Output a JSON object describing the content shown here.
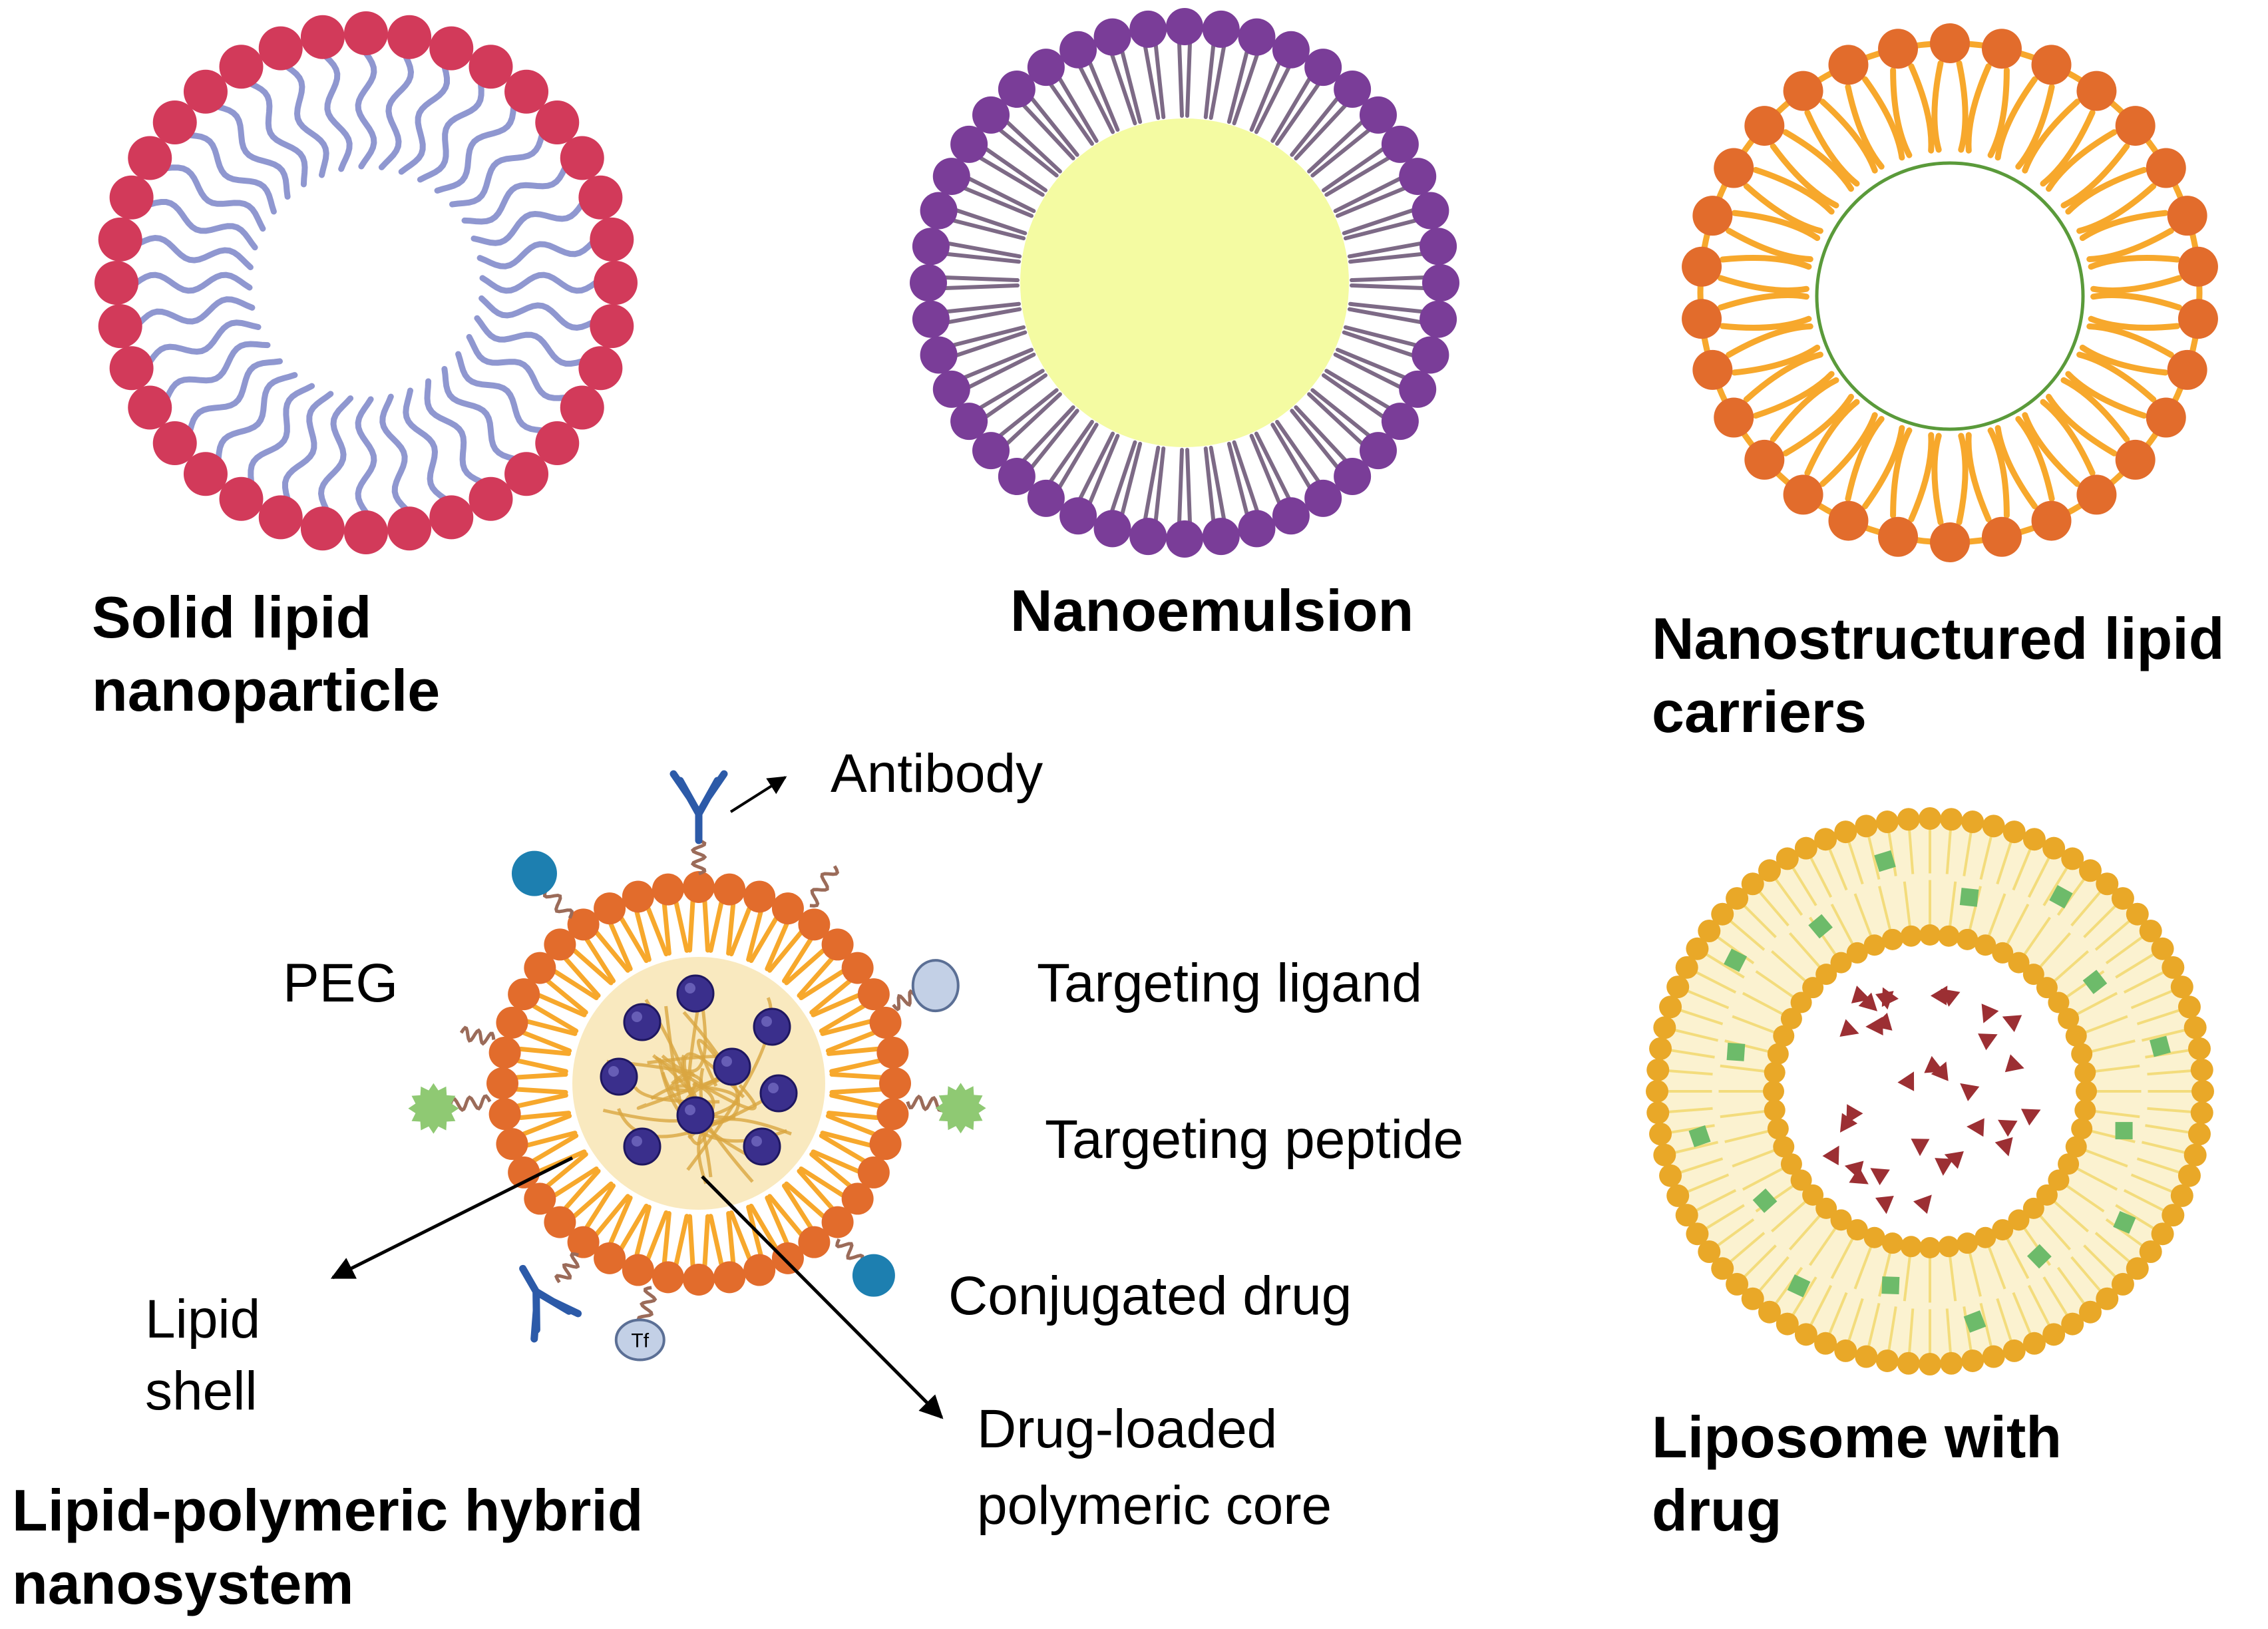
{
  "panels": {
    "sln": {
      "label_line1": "Solid lipid",
      "label_line2": "nanoparticle",
      "head_color": "#d23a5a",
      "tail_color": "#8f97d0"
    },
    "nanoemulsion": {
      "label": "Nanoemulsion",
      "head_color": "#7a3d98",
      "tail_color": "#7d6a86",
      "core_color": "#f4fba2"
    },
    "nlc": {
      "label_line1": "Nanostructured lipid",
      "label_line2": "carriers",
      "head_color": "#e26c2c",
      "tail_color": "#f7a82c",
      "core_ring_color": "#5a9a3a"
    },
    "hybrid": {
      "label_line1": "Lipid-polymeric hybrid",
      "label_line2": "nanosystem",
      "annotations": {
        "antibody": "Antibody",
        "peg": "PEG",
        "targeting_ligand": "Targeting ligand",
        "targeting_peptide": "Targeting peptide",
        "conjugated_drug": "Conjugated drug",
        "lipid_shell_line1": "Lipid",
        "lipid_shell_line2": "shell",
        "core_line1": "Drug-loaded",
        "core_line2": "polymeric core",
        "tf_tag": "Tf"
      },
      "head_color": "#e26c2c",
      "tail_color": "#f7a82c",
      "drug_color": "#3a2f8c",
      "conjugated_drug_color": "#1d7fb0",
      "peptide_color": "#8fc973",
      "antibody_color": "#2c5aa8"
    },
    "liposome": {
      "label_line1": "Liposome with",
      "label_line2": "drug",
      "head_color": "#e9a828",
      "tail_color": "#f3dc7c",
      "drug_square_color": "#6dbb6a",
      "drug_triangle_color": "#9c2f33"
    }
  }
}
